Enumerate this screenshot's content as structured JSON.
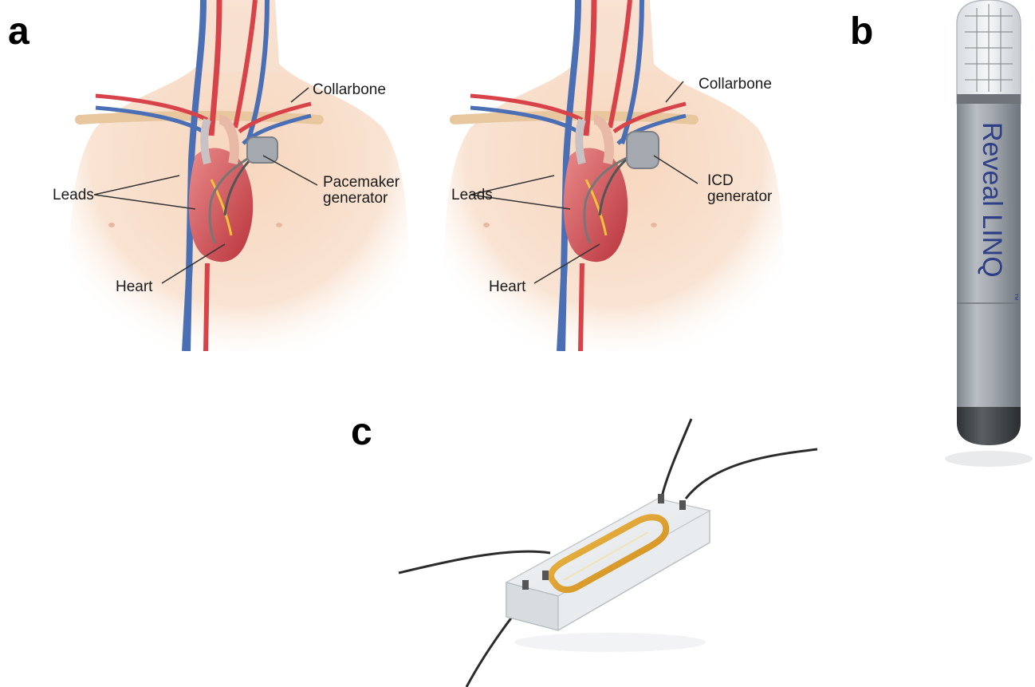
{
  "panels": {
    "a": "a",
    "b": "b",
    "c": "c"
  },
  "pacemaker_diagram": {
    "collarbone": "Collarbone",
    "leads": "Leads",
    "generator_line1": "Pacemaker",
    "generator_line2": "generator",
    "heart": "Heart"
  },
  "icd_diagram": {
    "collarbone": "Collarbone",
    "leads": "Leads",
    "generator_line1": "ICD",
    "generator_line2": "generator",
    "heart": "Heart"
  },
  "loop_recorder": {
    "brand": "Reveal LINQ",
    "trademark": "™"
  },
  "colors": {
    "skin": "#f6d9c2",
    "artery": "#d8434a",
    "vein": "#4b6fb5",
    "device_gray": "#9aa0a6",
    "linq_text": "#2f3f86",
    "gold_coil": "#e3a21a"
  }
}
